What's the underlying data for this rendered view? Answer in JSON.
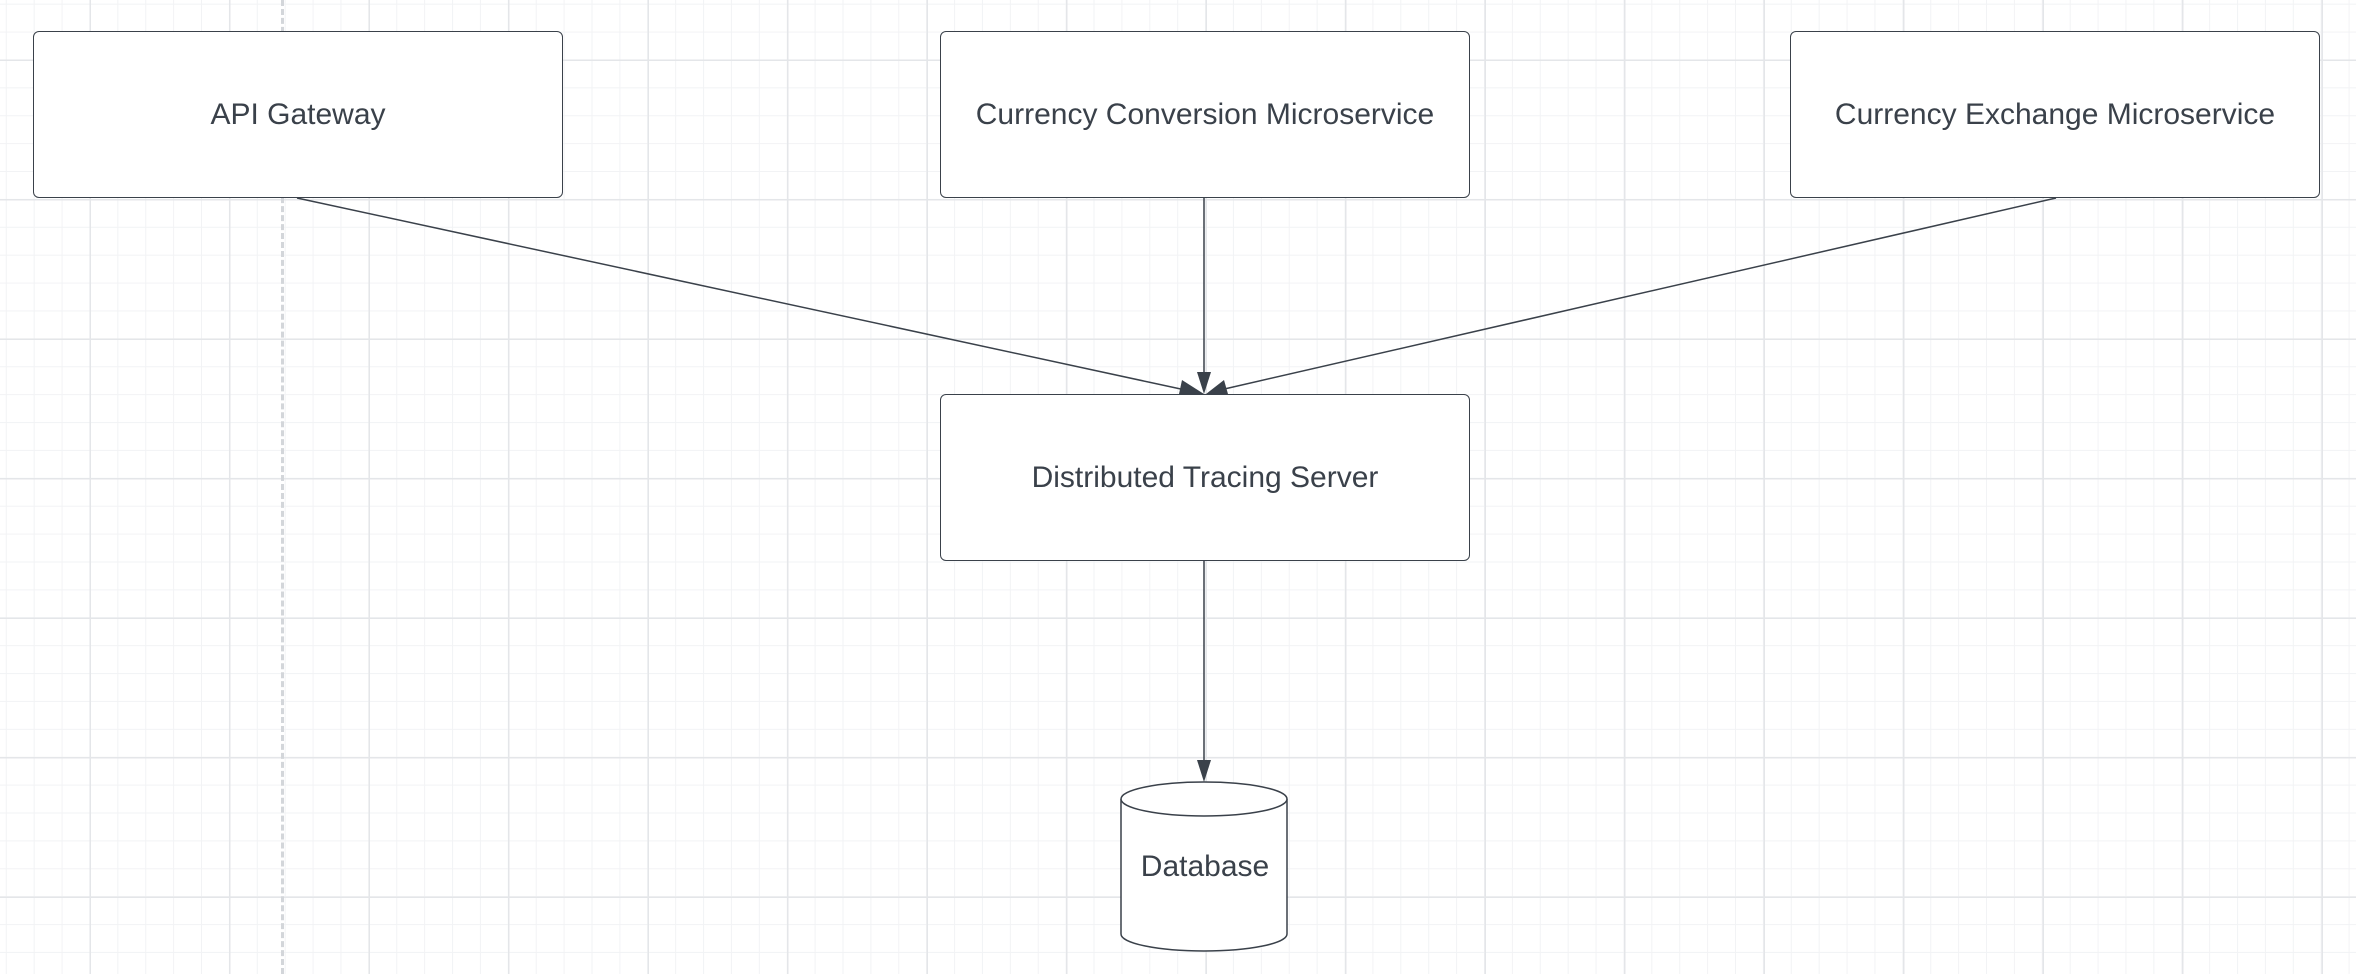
{
  "diagram": {
    "nodes": {
      "api_gateway": "API Gateway",
      "currency_conversion": "Currency Conversion Microservice",
      "currency_exchange": "Currency Exchange Microservice",
      "tracing_server": "Distributed Tracing Server",
      "database": "Database"
    },
    "edges": [
      {
        "from": "API Gateway",
        "to": "Distributed Tracing Server"
      },
      {
        "from": "Currency Conversion Microservice",
        "to": "Distributed Tracing Server"
      },
      {
        "from": "Currency Exchange Microservice",
        "to": "Distributed Tracing Server"
      },
      {
        "from": "Distributed Tracing Server",
        "to": "Database"
      }
    ],
    "colors": {
      "stroke": "#3a414a",
      "grid_major": "#e4e6e9",
      "grid_minor": "#f2f3f5",
      "guide": "#d3d6da",
      "background": "#ffffff"
    }
  }
}
